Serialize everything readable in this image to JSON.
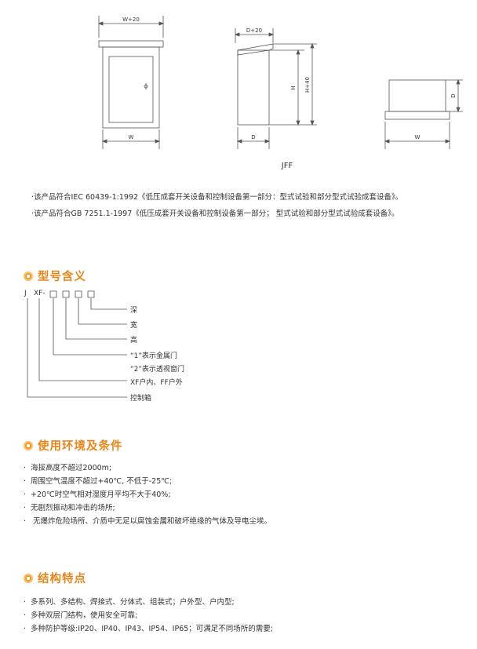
{
  "drawings": {
    "front_width_label": "W+20",
    "front_bottom_label": "W",
    "side_top_label": "D+20",
    "side_h_label": "H",
    "side_h40_label": "H+40",
    "side_bottom_label": "D",
    "top_d_label": "D",
    "top_bottom_label": "W",
    "caption": "JFF"
  },
  "standards": [
    "·该产品符合IEC 60439-1:1992《低压成套开关设备和控制设备第一部分：型式试验和部分型式试验成套设备》。",
    "·该产品符合GB 7251.1-1997《低压成套开关设备和控制设备第一部分； 型式试验和部分型式试验成套设备》。"
  ],
  "model_section": {
    "title": "型号含义",
    "code_prefix": "J",
    "code_mid": "XF-",
    "labels": [
      "深",
      "宽",
      "高",
      "“1”表示金属门",
      "“2”表示透视窗门",
      "XF户内、FF户外",
      "控制箱"
    ]
  },
  "env_section": {
    "title": "使用环境及条件",
    "items": [
      "海拔高度不超过2000m;",
      "周围空气温度不超过+40℃, 不低于-25℃;",
      "+20℃时空气相对湿度月平均不大于40%;",
      "无剧烈振动和冲击的场所;",
      " 无爆炸危险场所、介质中无足以腐蚀金属和破坏绝缘的气体及导电尘埃。"
    ]
  },
  "struct_section": {
    "title": "结构特点",
    "items": [
      "多系列、多结构、焊接式、分体式、组装式；户外型、户内型;",
      "多种双层门结构，使用安全可靠;",
      "多种防护等级:IP20、IP40、IP43、IP54、IP65；可满足不同场所的需要;"
    ]
  }
}
